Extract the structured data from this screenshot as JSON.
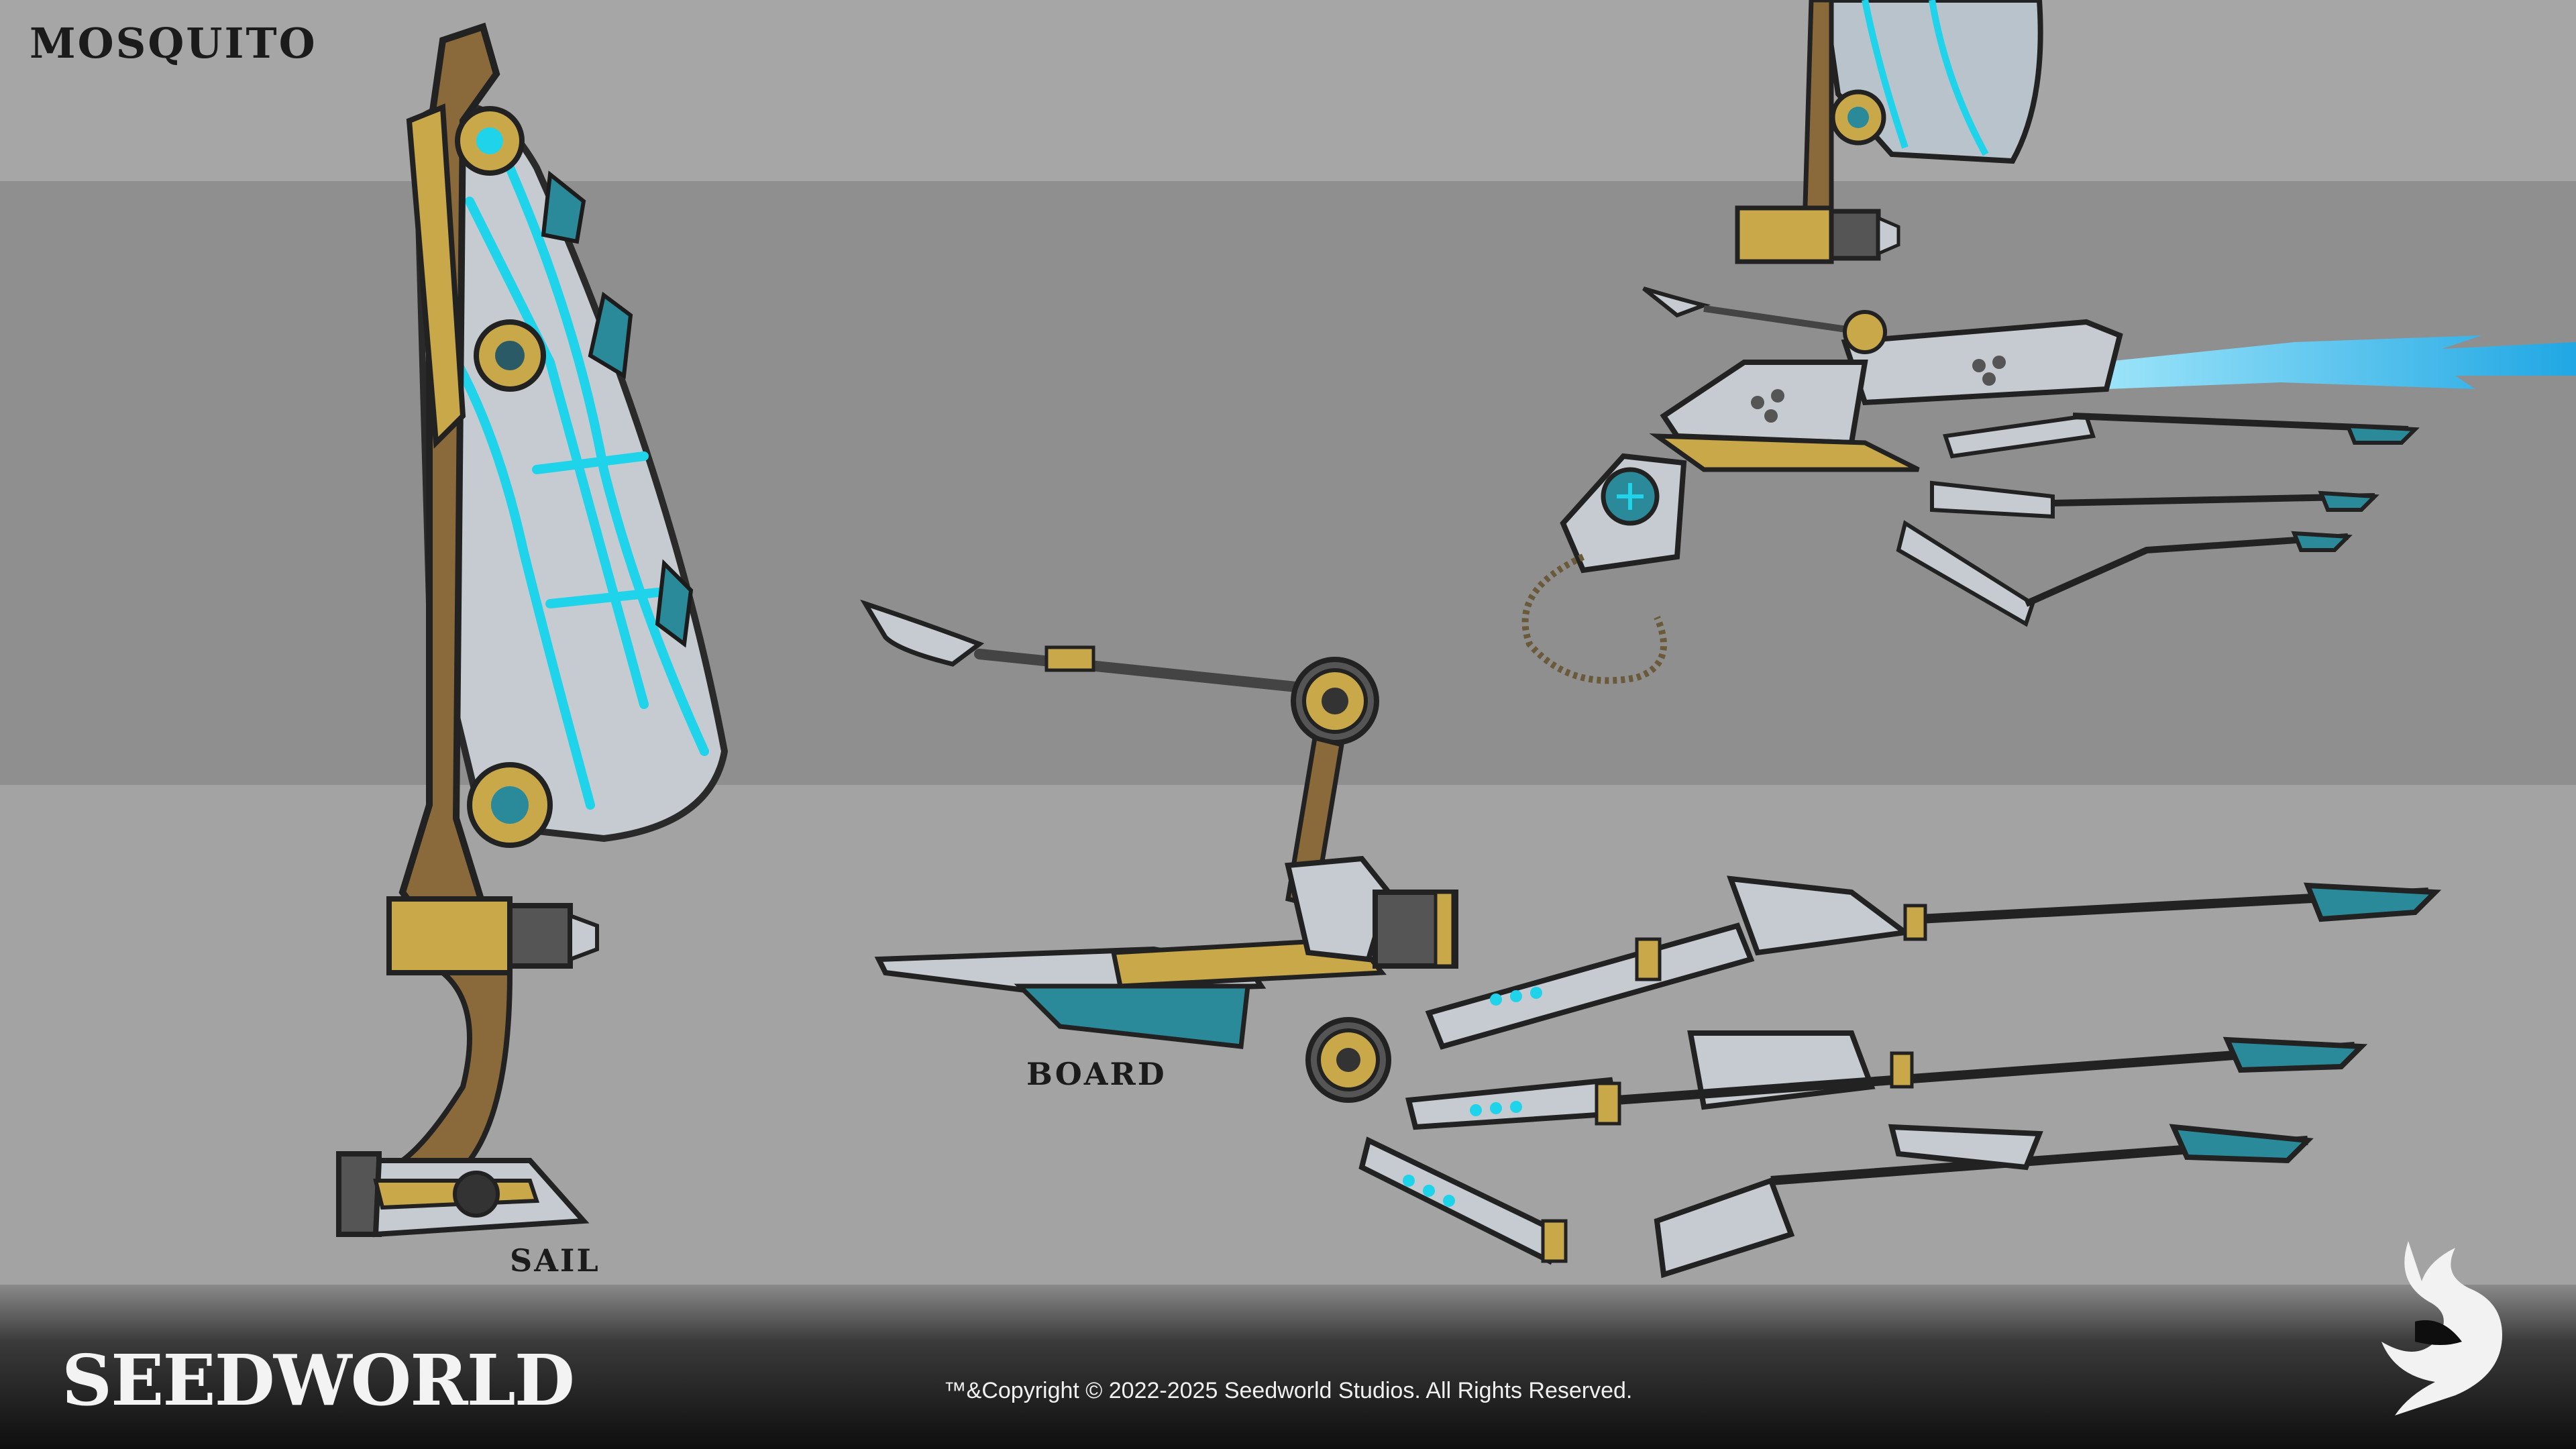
{
  "title": "MOSQUITO",
  "labels": {
    "sail": "SAIL",
    "board": "BOARD"
  },
  "footer": {
    "brand": "SEEDWORLD",
    "copyright": "™&Copyright © 2022-2025 Seedworld Studios. All Rights Reserved."
  },
  "icons": {
    "studio_logo": "seedworld-flame-logo"
  },
  "colors": {
    "gold": "#c9a84a",
    "teal": "#2a8a9a",
    "cyan_glow": "#1fd3ea",
    "panel": "#c9cdd3",
    "bronze": "#8a6a3a",
    "background_light": "#a6a6a6",
    "background_mid": "#8f8f8f"
  }
}
